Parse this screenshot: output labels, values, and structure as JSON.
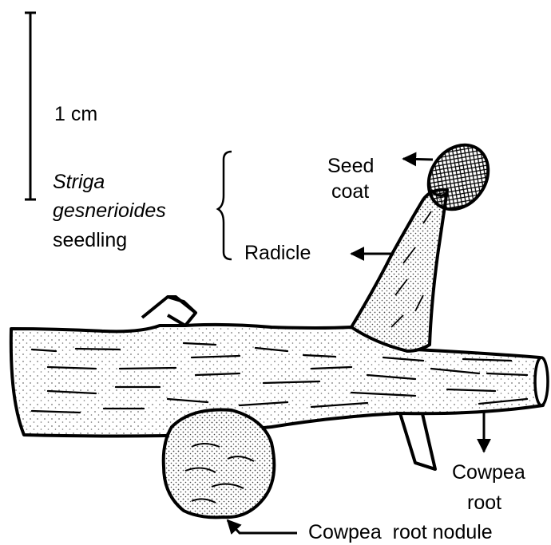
{
  "scale_bar": {
    "label": "1 cm"
  },
  "seedling": {
    "name_line1": "Striga",
    "name_line2": "gesnerioides",
    "name_line3": "seedling"
  },
  "labels": {
    "seed_coat_line1": "Seed",
    "seed_coat_line2": "coat",
    "radicle": "Radicle",
    "cowpea_root_line1": "Cowpea",
    "cowpea_root_line2": "root",
    "cowpea_root_nodule": "Cowpea  root nodule"
  }
}
